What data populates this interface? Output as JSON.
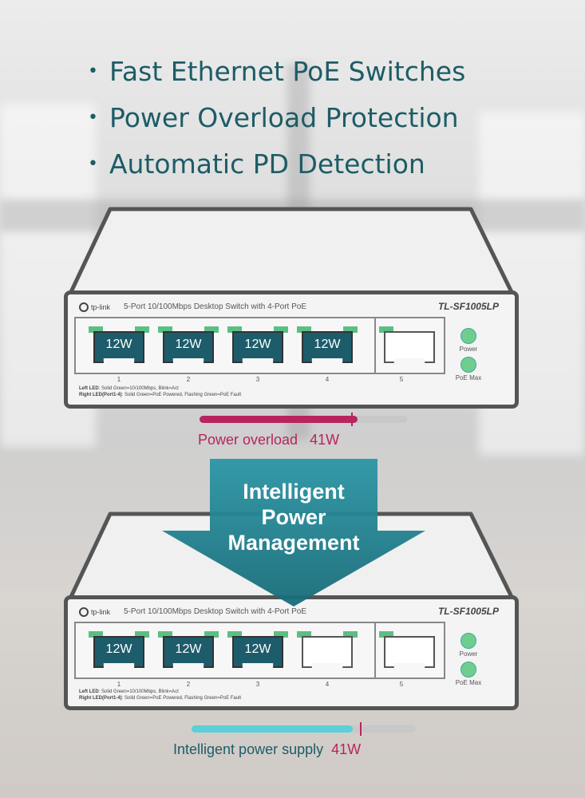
{
  "features": [
    "Fast Ethernet PoE Switches",
    "Power Overload Protection",
    "Automatic PD Detection"
  ],
  "switch_common": {
    "logo_text": "tp-link",
    "description": "5-Port 10/100Mbps Desktop Switch with 4-Port PoE",
    "model": "TL-SF1005LP",
    "port_numbers": [
      "1",
      "2",
      "3",
      "4",
      "5"
    ],
    "indicator_power": "Power",
    "indicator_poe_max": "PoE Max",
    "legend_left_label": "Left LED",
    "legend_left_text": ": Solid Green=10/100Mbps, Blink=Act",
    "legend_right_label": "Right LED(Port1-4)",
    "legend_right_text": ": Solid Green=PoE Powered, Flashing Green=PoE Fault"
  },
  "switch_top": {
    "port_loads": [
      "12W",
      "12W",
      "12W",
      "12W"
    ]
  },
  "switch_bottom": {
    "port_loads": [
      "12W",
      "12W",
      "12W"
    ]
  },
  "overload": {
    "label": "Power overload",
    "value": "41W",
    "level": 0.76,
    "limit_mark": 0.73,
    "color": "#b8245e"
  },
  "intelligent": {
    "label": "Intelligent power supply",
    "value": "41W",
    "level": 0.72,
    "limit_mark": 0.75,
    "color": "#5ccfd8",
    "mark_color": "#b8245e"
  },
  "arrow": {
    "line1": "Intelligent",
    "line2": "Power",
    "line3": "Management",
    "color": "#1f7f8e"
  }
}
